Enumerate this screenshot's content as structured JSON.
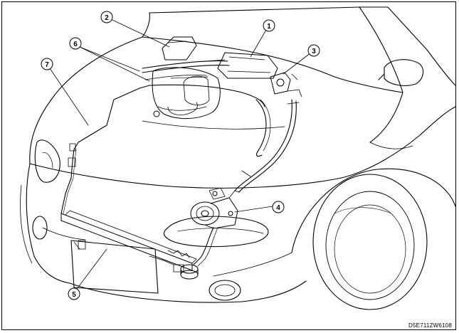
{
  "figure": {
    "code": "D5E711ZW6108"
  },
  "callouts": [
    {
      "id": "1",
      "label": "1"
    },
    {
      "id": "2",
      "label": "2"
    },
    {
      "id": "3",
      "label": "3"
    },
    {
      "id": "4",
      "label": "4"
    },
    {
      "id": "5",
      "label": "5"
    },
    {
      "id": "6",
      "label": "6"
    },
    {
      "id": "7",
      "label": "7"
    }
  ],
  "colors": {
    "line": "#000000",
    "background": "#ffffff"
  }
}
